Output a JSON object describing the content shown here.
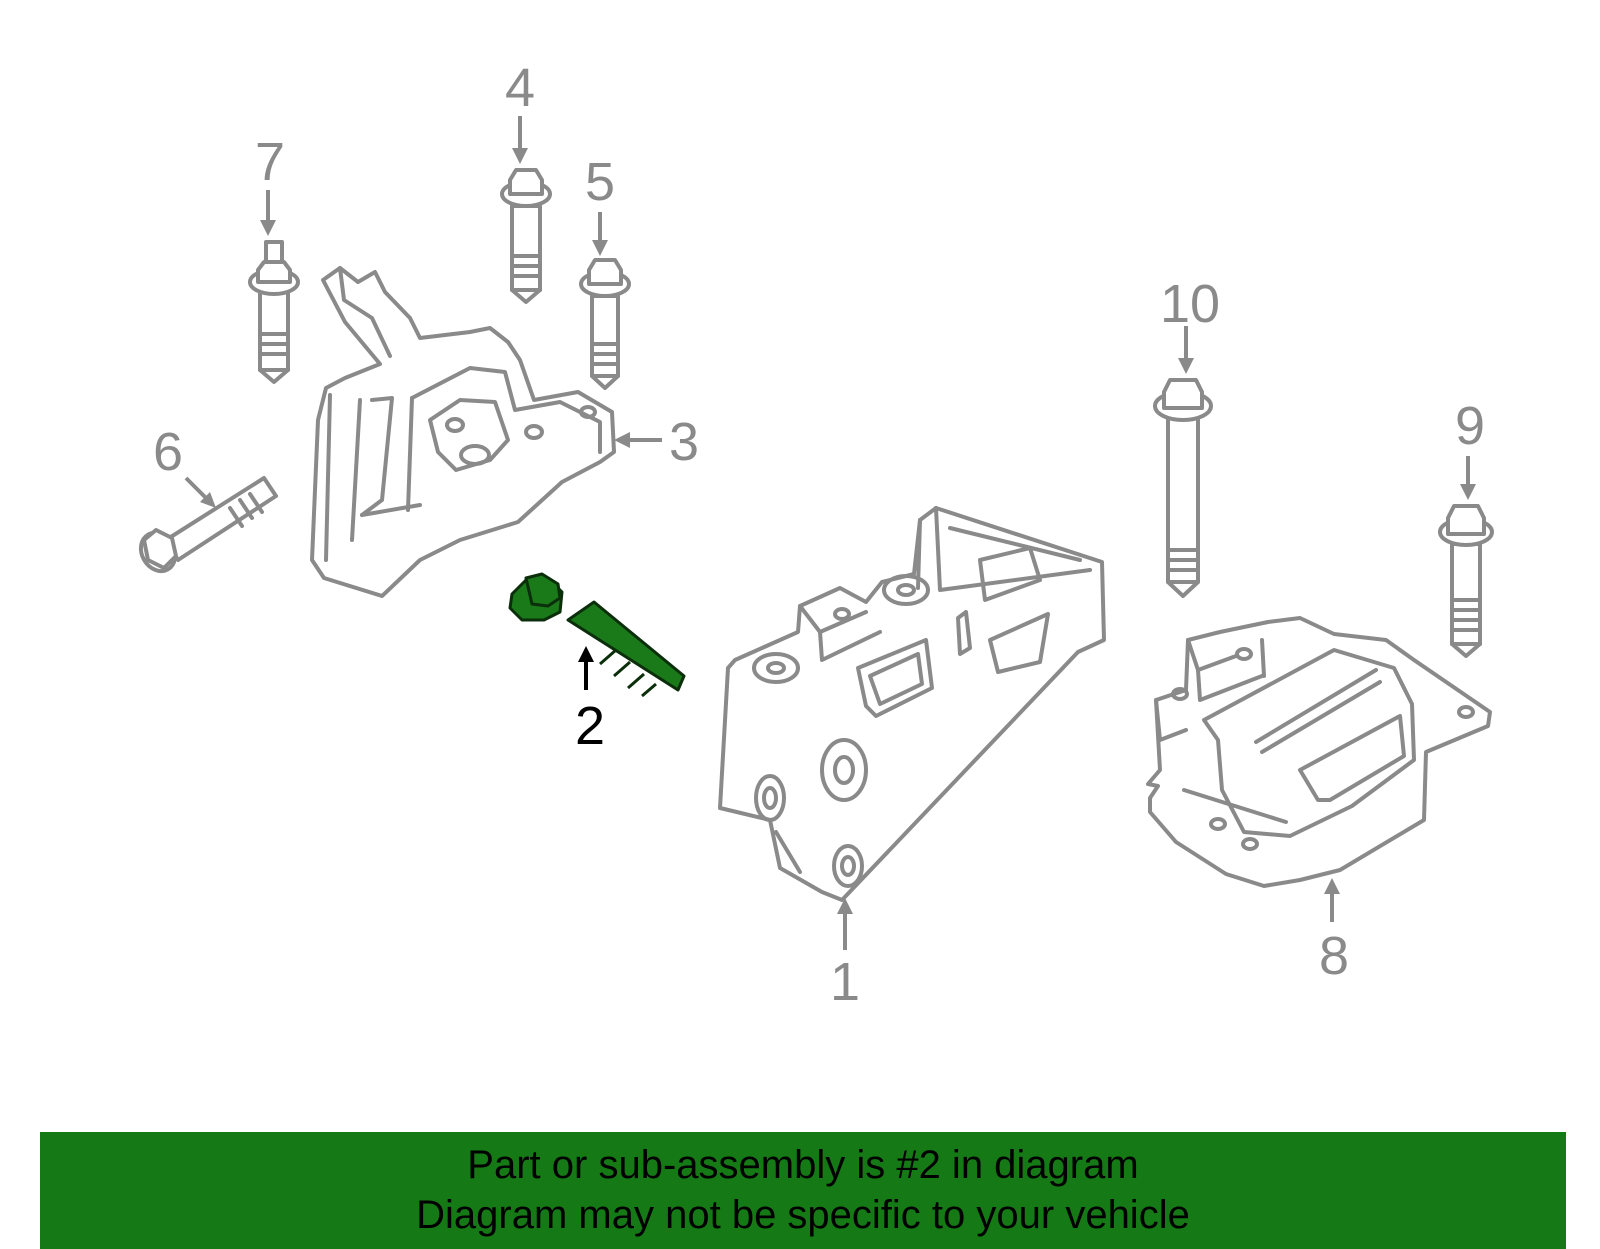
{
  "diagram": {
    "callouts": [
      "1",
      "2",
      "3",
      "4",
      "5",
      "6",
      "7",
      "8",
      "9",
      "10"
    ],
    "highlighted_part": "2"
  },
  "footer": {
    "line1": "Part or sub-assembly is #2 in diagram",
    "line2": "Diagram may not be specific to your vehicle",
    "background": "#157a15"
  },
  "colors": {
    "part_outline": "#8a8a8a",
    "highlight_fill": "#1a7a1a",
    "highlight_callout": "#000000"
  }
}
